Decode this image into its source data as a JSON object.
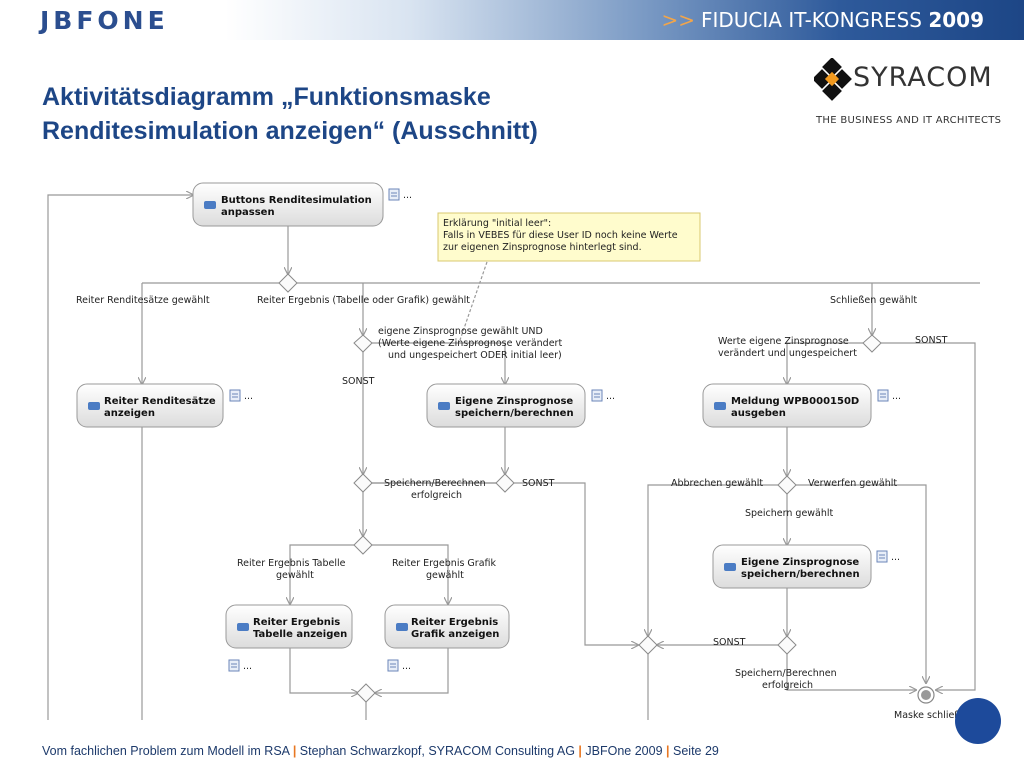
{
  "header": {
    "logo": "JBFONE",
    "event_arrows": ">>",
    "event_name": "FIDUCIA IT-KONGRESS",
    "event_year": "2009"
  },
  "title": {
    "line1": "Aktivitätsdiagramm „Funktionsmaske",
    "line2": "Renditesimulation anzeigen“ (Ausschnitt)"
  },
  "company": {
    "name": "SYRACOM",
    "tagline": "THE BUSINESS AND IT ARCHITECTS"
  },
  "diagram": {
    "activities": {
      "buttons": [
        "Buttons Renditesimulation",
        "anpassen"
      ],
      "reiter_renditesaetze": [
        "Reiter Renditesätze",
        "anzeigen"
      ],
      "eigene_prognose_1": [
        "Eigene Zinsprognose",
        "speichern/berechnen"
      ],
      "meldung": [
        "Meldung WPB000150D",
        "ausgeben"
      ],
      "eigene_prognose_2": [
        "Eigene Zinsprognose",
        "speichern/berechnen"
      ],
      "reiter_tabelle": [
        "Reiter Ergebnis",
        "Tabelle anzeigen"
      ],
      "reiter_grafik": [
        "Reiter Ergebnis",
        "Grafik anzeigen"
      ]
    },
    "ellipsis": "...",
    "note": [
      "Erklärung \"initial leer\":",
      "Falls in VEBES für diese User ID noch keine Werte",
      "zur eigenen Zinsprognose hinterlegt sind."
    ],
    "labels": {
      "reiter_renditesaetze_gewaehlt": "Reiter Renditesätze gewählt",
      "reiter_ergebnis_gewaehlt": "Reiter Ergebnis (Tabelle oder Grafik) gewählt",
      "schliessen_gewaehlt": "Schließen gewählt",
      "eigene_guard": [
        "eigene Zinsprognose gewählt UND",
        "(Werte eigene Zinsprognose verändert",
        "und ungespeichert ODER initial leer)"
      ],
      "werte_guard": [
        "Werte eigene Zinsprognose",
        "verändert und ungespeichert"
      ],
      "sonst_1": "SONST",
      "sonst_2": "SONST",
      "sonst_3": "SONST",
      "sonst_4": "SONST",
      "speichern_ok_1": [
        "Speichern/Berechnen",
        "erfolgreich"
      ],
      "abbrechen_gewaehlt": "Abbrechen gewählt",
      "verwerfen_gewaehlt": "Verwerfen gewählt",
      "speichern_gewaehlt": "Speichern gewählt",
      "tabelle_gewaehlt": [
        "Reiter Ergebnis Tabelle",
        "gewählt"
      ],
      "grafik_gewaehlt": [
        "Reiter Ergebnis Grafik",
        "gewählt"
      ],
      "speichern_ok_2": [
        "Speichern/Berechnen",
        "erfolgreich"
      ],
      "maske_schliessen": "Maske schließ"
    }
  },
  "footer": {
    "part1": "Vom fachlichen Problem zum Modell im RSA",
    "part2": "Stephan Schwarzkopf, SYRACOM Consulting AG",
    "part3": "JBFOne 2009",
    "part4": "Seite 29",
    "separator": "|"
  },
  "colors": {
    "brand_blue": "#1d4686",
    "accent_orange": "#e87722"
  }
}
